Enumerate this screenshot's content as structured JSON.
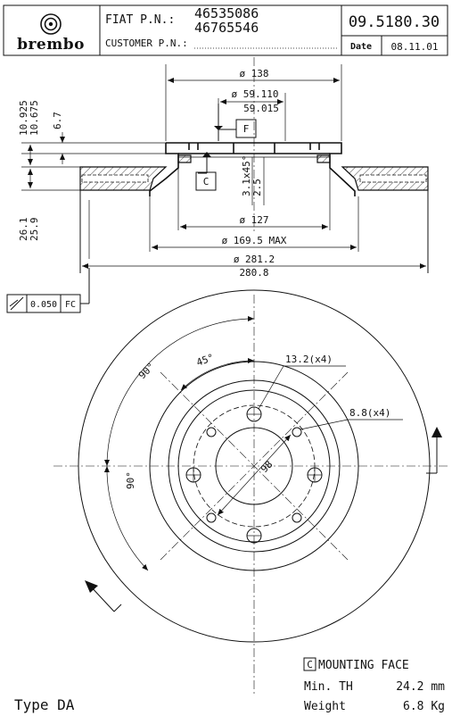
{
  "header": {
    "brand": "brembo",
    "fiat_label": "FIAT P.N.:",
    "fiat_pn_1": "46535086",
    "fiat_pn_2": "46765546",
    "customer_label": "CUSTOMER P.N.:",
    "part_number": "09.5180.30",
    "date_label": "Date",
    "date_value": "08.11.01"
  },
  "section_dims": {
    "d138": "ø 138",
    "d59110": "ø 59.110",
    "d59015": "59.015",
    "f_label": "F",
    "c_label": "C",
    "d127": "ø 127",
    "d1695": "ø 169.5 MAX",
    "d2812": "ø 281.2",
    "d2808": "280.8",
    "h10925": "10.925",
    "h10675": "10.675",
    "h67": "6.7",
    "h261": "26.1",
    "h259": "25.9",
    "chamfer": "3.1x45°",
    "h25": "2.5"
  },
  "tolerance": {
    "value": "0.050",
    "datum": "FC"
  },
  "front_view": {
    "hole_large": "13.2(x4)",
    "hole_small": "8.8(x4)",
    "pcd": "98",
    "angle_45": "45°",
    "angle_90_top": "90°",
    "angle_90_left": "90°"
  },
  "footer": {
    "mounting_c": "C",
    "mounting_face": "MOUNTING FACE",
    "min_th_label": "Min. TH",
    "min_th_value": "24.2 mm",
    "weight_label": "Weight",
    "weight_value": "6.8 Kg",
    "type": "Type DA"
  }
}
